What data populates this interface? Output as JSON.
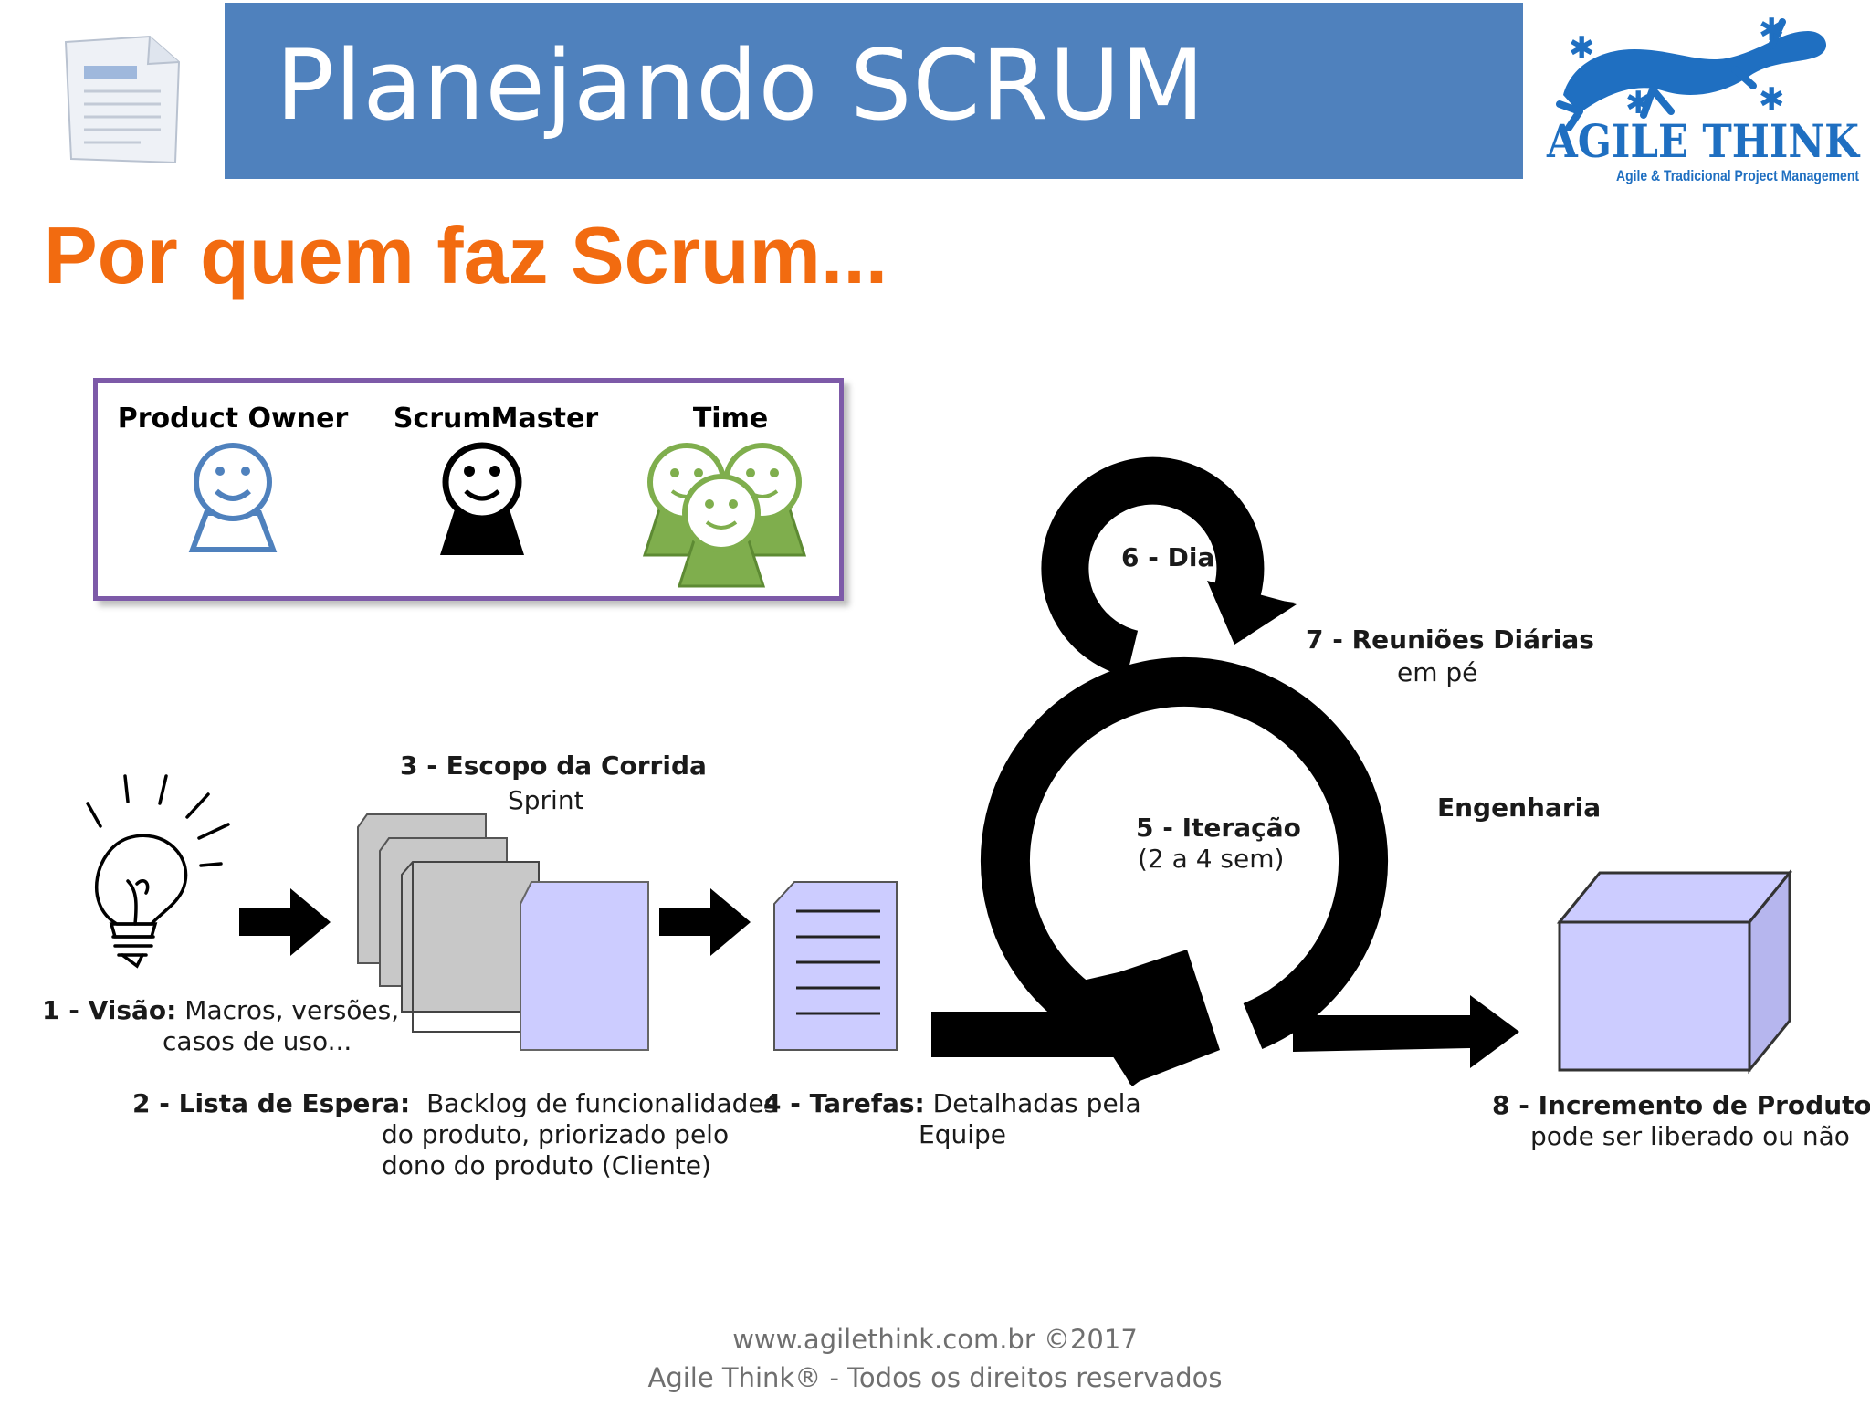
{
  "header": {
    "title": "Planejando SCRUM",
    "logo_name": "AGILE THINK",
    "logo_tagline": "Agile & Tradicional Project Management"
  },
  "subtitle": "Por quem faz Scrum...",
  "roles": [
    {
      "label": "Product  Owner",
      "color": "#4f81bd"
    },
    {
      "label": "ScrumMaster",
      "color": "#000000"
    },
    {
      "label": "Time",
      "color": "#7fae4d"
    }
  ],
  "steps": {
    "visao": {
      "num": "1 - Visão:",
      "line1": "Macros, versões,",
      "line2": "casos de uso..."
    },
    "lista": {
      "num": "2 - Lista de Espera:",
      "line1": "Backlog de funcionalidades",
      "line2": "do produto, priorizado pelo",
      "line3": "dono do produto (Cliente)"
    },
    "escopo": {
      "title": "3 - Escopo da Corrida",
      "sub": "Sprint"
    },
    "tarefas": {
      "num": "4 - Tarefas:",
      "line1": "Detalhadas pela",
      "line2": "Equipe"
    },
    "iteracao": {
      "title": "5 - Iteração",
      "sub": "(2 a 4 sem)"
    },
    "dia": {
      "title": "6 - Dia"
    },
    "reunioes": {
      "title": "7 - Reuniões Diárias",
      "sub": "em pé"
    },
    "engenharia": {
      "title": "Engenharia"
    },
    "incremento": {
      "title": "8 - Incremento de Produto",
      "sub": "pode ser liberado ou não"
    }
  },
  "colors": {
    "title_bar": "#4f81bd",
    "subtitle": "#f26b10",
    "box_border": "#7d5aa8",
    "doc_fill": "#ccccff",
    "stack_fill": "#c8c8c8"
  },
  "footer": {
    "line1": "www.agilethink.com.br ©2017",
    "line2": "Agile Think® - Todos os direitos reservados"
  }
}
